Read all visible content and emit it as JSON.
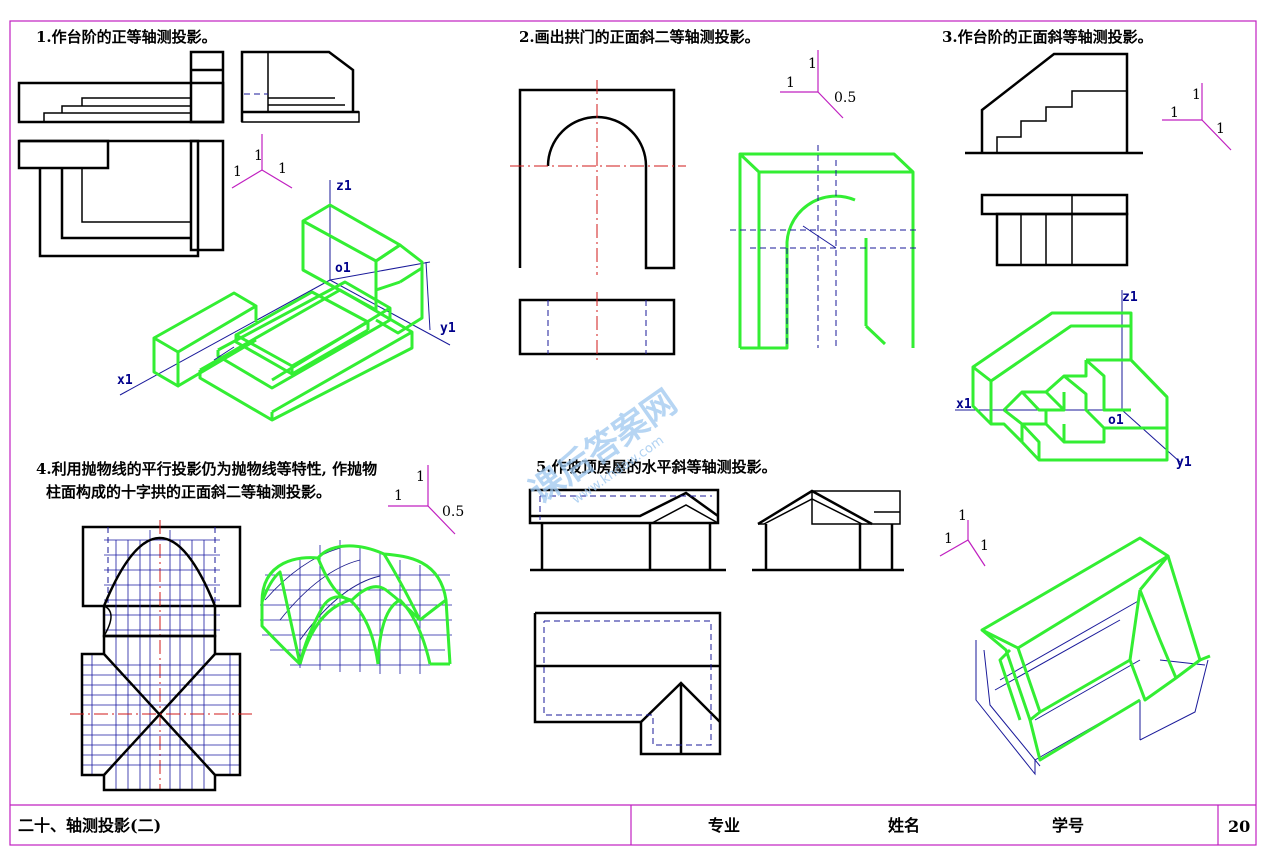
{
  "exercises": [
    {
      "title": "1.作台阶的正等轴测投影。"
    },
    {
      "title": "2.画出拱门的正面斜二等轴测投影。"
    },
    {
      "title": "3.作台阶的正面斜等轴测投影。"
    },
    {
      "title_line1": "4.利用抛物线的平行投影仍为抛物线等特性, 作抛物",
      "title_line2": "柱面构成的十字拱的正面斜二等轴测投影。"
    },
    {
      "title": "5.作坡顶房屋的水平斜等轴测投影。"
    }
  ],
  "axis_coefficients": {
    "ex1": [
      "1",
      "1",
      "1"
    ],
    "ex2": [
      "1",
      "1",
      "0.5"
    ],
    "ex3": [
      "1",
      "1",
      "1"
    ],
    "ex4": [
      "1",
      "1",
      "0.5"
    ],
    "ex5": [
      "1",
      "1",
      "1"
    ]
  },
  "axis_labels": {
    "ex1": {
      "z": "z1",
      "o": "o1",
      "x": "x1",
      "y": "y1"
    },
    "ex3": {
      "z": "z1",
      "o": "o1",
      "x": "x1",
      "y": "y1"
    }
  },
  "watermark": {
    "main": "课后答案网",
    "url": "www.khdaw.com"
  },
  "footer": {
    "chapter": "二十、轴测投影(二)",
    "major_label": "专业",
    "name_label": "姓名",
    "id_label": "学号",
    "page": "20"
  },
  "colors": {
    "frame": "#c020c0",
    "drawing": "#000000",
    "axonometric": "#33ee33",
    "hidden": "#1a1a9a",
    "centerline": "#d01818",
    "watermark": "#9ec8f0"
  }
}
